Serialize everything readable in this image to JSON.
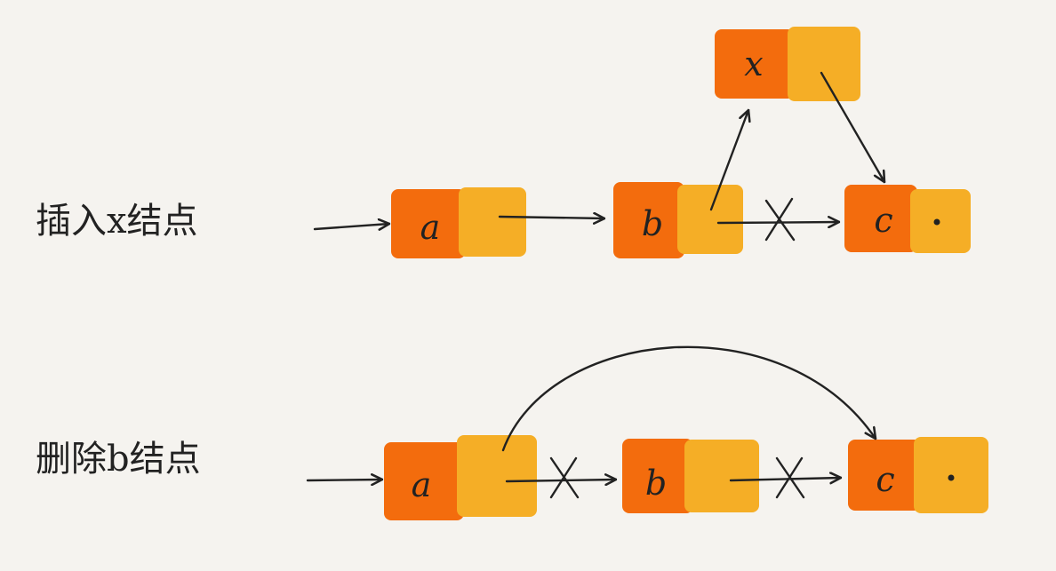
{
  "colors": {
    "data_cell": "#f36c0d",
    "next_cell": "#f5ae26",
    "ink": "#222222",
    "background": "#f5f3ef"
  },
  "insert": {
    "label": "插入x结点",
    "nodes": [
      {
        "id": "a",
        "text": "a"
      },
      {
        "id": "b",
        "text": "b"
      },
      {
        "id": "x",
        "text": "x"
      },
      {
        "id": "c",
        "text": "c",
        "null_pointer": true
      }
    ]
  },
  "delete": {
    "label": "删除b结点",
    "nodes": [
      {
        "id": "a",
        "text": "a"
      },
      {
        "id": "b",
        "text": "b"
      },
      {
        "id": "c",
        "text": "c",
        "null_pointer": true
      }
    ]
  }
}
